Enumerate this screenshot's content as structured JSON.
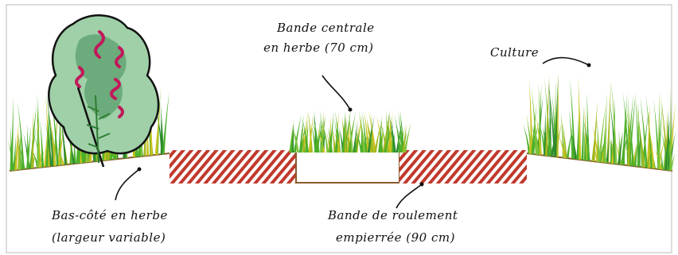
{
  "labels": {
    "central": {
      "line1": "Bande centrale",
      "line2": "en herbe (70 cm)"
    },
    "crop": "Culture",
    "verge": {
      "line1": "Bas-côté en herbe",
      "line2": "(largeur variable)"
    },
    "track": {
      "line1": "Bande de roulement",
      "line2": "empierrée (90 cm)"
    }
  },
  "colors": {
    "hatch_red": "#c0392b",
    "grass_green": "#4caf2a",
    "grass_yellow": "#c8c21e",
    "soil_brown": "#8a5a2b",
    "shrub_green": "#7fb98a",
    "berry_red": "#c2185b"
  }
}
